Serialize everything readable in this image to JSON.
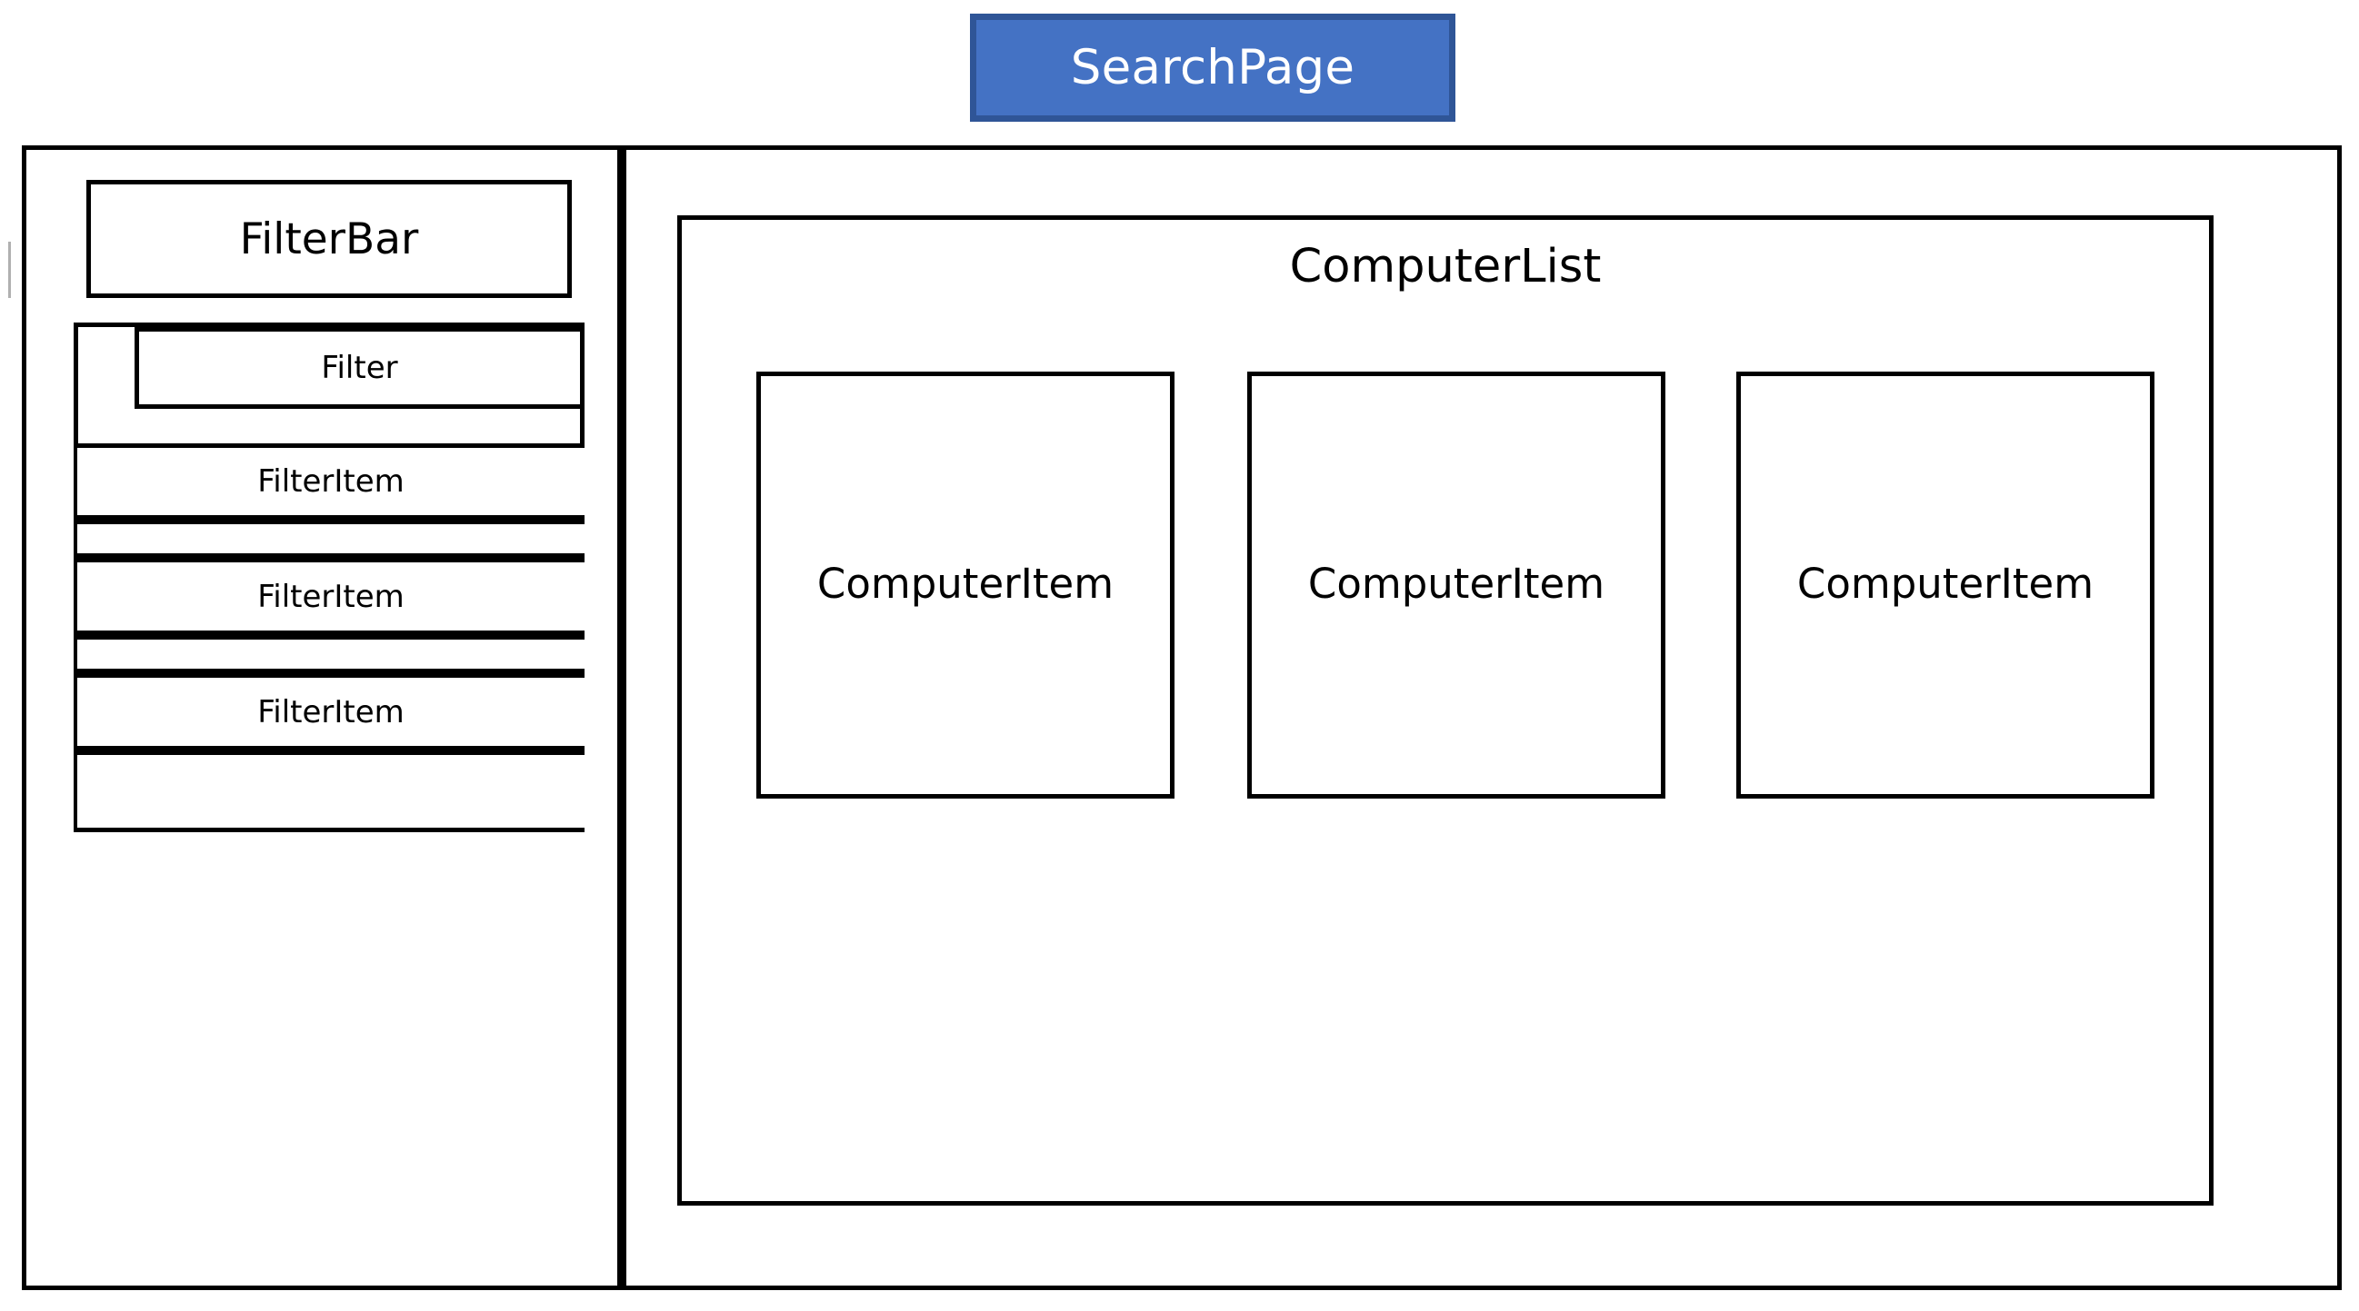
{
  "page": {
    "title": "SearchPage",
    "accent_fill": "#4472C4",
    "accent_border": "#2F5597",
    "accent_text": "#FFFFFF",
    "outline_color": "#000000",
    "background": "#FFFFFF"
  },
  "sidebar": {
    "filter_bar": {
      "label": "FilterBar"
    },
    "filter_group": {
      "header_label": "Filter",
      "items": [
        {
          "label": "FilterItem"
        },
        {
          "label": "FilterItem"
        },
        {
          "label": "FilterItem"
        }
      ]
    }
  },
  "main": {
    "computer_list": {
      "title": "ComputerList",
      "items": [
        {
          "label": "ComputerItem"
        },
        {
          "label": "ComputerItem"
        },
        {
          "label": "ComputerItem"
        }
      ]
    }
  }
}
